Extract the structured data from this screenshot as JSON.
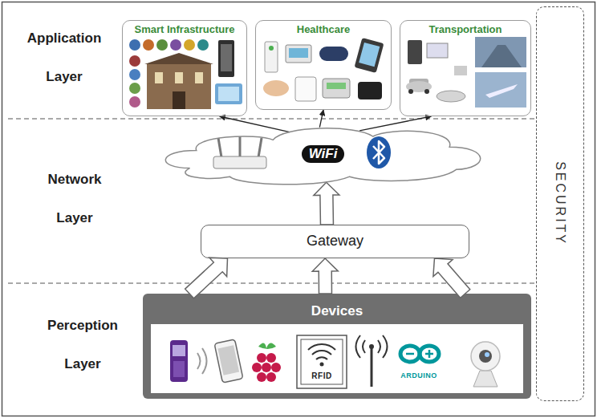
{
  "diagram": {
    "nodes": [
      {
        "text": [
          "Smart Infrastructure"
        ]
      },
      {
        "text": [
          "Healthcare"
        ]
      },
      {
        "text": [
          "Transportation"
        ]
      },
      {
        "text": [
          "WiFi"
        ]
      },
      {
        "text": [
          "Gateway"
        ]
      },
      {
        "text": [
          "Devices"
        ]
      },
      {
        "text": [
          "SECURITY"
        ]
      }
    ],
    "edges": [
      {
        "from": 3,
        "to": 0,
        "arrow": "to"
      },
      {
        "from": 3,
        "to": 1,
        "arrow": "to"
      },
      {
        "from": 3,
        "to": 2,
        "arrow": "to"
      },
      {
        "from": 4,
        "to": 3,
        "arrow": "to"
      },
      {
        "from": 5,
        "to": 4,
        "arrow": "to"
      },
      {
        "from": 5,
        "to": 4,
        "arrow": "to"
      },
      {
        "from": 5,
        "to": 4,
        "arrow": "to"
      }
    ],
    "labels": [
      "Application Layer",
      "Network Layer",
      "Perception Layer",
      "RFID",
      "ARDUINO"
    ]
  }
}
